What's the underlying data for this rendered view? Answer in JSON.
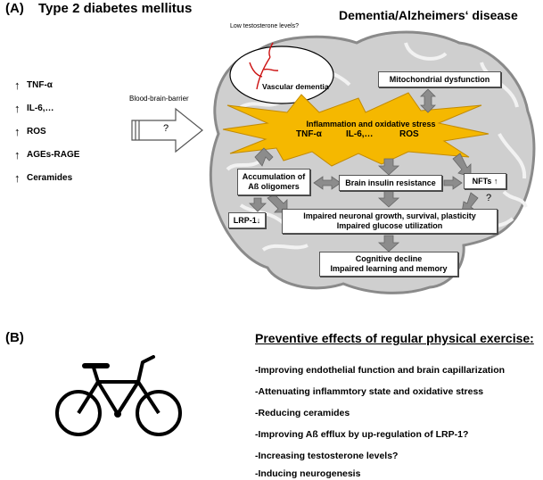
{
  "panel_a": {
    "label": "(A)",
    "left_title": "Type 2 diabetes mellitus",
    "right_title": "Dementia/Alzheimers‘ disease",
    "low_testosterone": "Low testosterone levels?",
    "risk_arrow_symbol": "↑",
    "risk_factors": [
      "TNF-α",
      "IL-6,…",
      "ROS",
      "AGEs-RAGE",
      "Ceramides"
    ],
    "bbb_label": "Blood-brain-barrier",
    "bbb_question": "?",
    "vascular_dementia": "Vascular dementia",
    "mitochondrial": "Mitochondrial dysfunction",
    "inflammation_title": "Inflammation and oxidative stress",
    "inflammation_items": [
      "TNF-α",
      "IL-6,…",
      "ROS"
    ],
    "abeta": "Accumulation of Aß oligomers",
    "insulin_resistance": "Brain insulin resistance",
    "nfts": "NFTs ↑",
    "lrp1": "LRP-1↓",
    "nfts_question": "?",
    "neuronal_line1": "Impaired neuronal growth, survival, plasticity",
    "neuronal_line2": "Impaired glucose utilization",
    "cognitive_line1": "Cognitive decline",
    "cognitive_line2": "Impaired learning and memory"
  },
  "panel_b": {
    "label": "(B)",
    "title": "Preventive effects of regular physical exercise:",
    "items": [
      "-Improving endothelial function and brain capillarization",
      "-Attenuating inflammtory state and oxidative stress",
      "-Reducing ceramides",
      "-Improving Aß efflux by up-regulation of LRP-1?",
      "-Increasing testosterone levels?",
      "-Inducing neurogenesis"
    ]
  },
  "colors": {
    "star_fill": "#f5b800",
    "brain_fill": "#cfcfcf",
    "brain_stroke": "#8a8a8a",
    "arrow_fill": "#8c8c8c",
    "vessel": "#cc1111"
  }
}
